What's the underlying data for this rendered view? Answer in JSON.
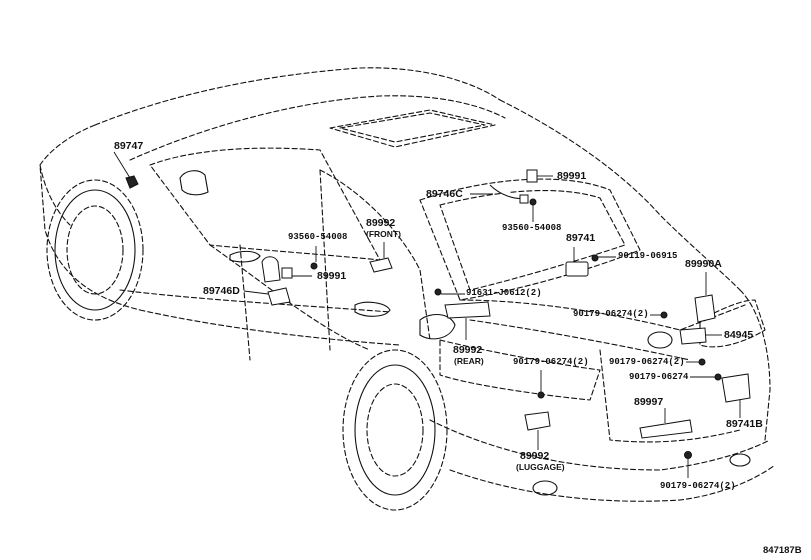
{
  "labels": {
    "p89747": "89747",
    "p89746C": "89746C",
    "p89991_top": "89991",
    "p93560_top": "93560-54008",
    "p89992_front": "89992",
    "front_note": "(FRONT)",
    "p93560_left": "93560-54008",
    "p89991_left": "89991",
    "p89746D": "89746D",
    "p89741": "89741",
    "p90119": "90119-06915",
    "p89990A": "89990A",
    "p91631": "91631-J0612(2)",
    "p90179_a": "90179-06274(2)",
    "p84945": "84945",
    "p89992_rear": "89992",
    "rear_note": "(REAR)",
    "p90179_b": "90179-06274(2)",
    "p90179_c": "90179-06274(2)",
    "p90179_d": "90179-06274",
    "p89997": "89997",
    "p89741B": "89741B",
    "p89992_lug": "89992",
    "lug_note": "(LUGGAGE)",
    "p90179_e": "90179-06274(2)",
    "diagram_id": "847187B"
  }
}
